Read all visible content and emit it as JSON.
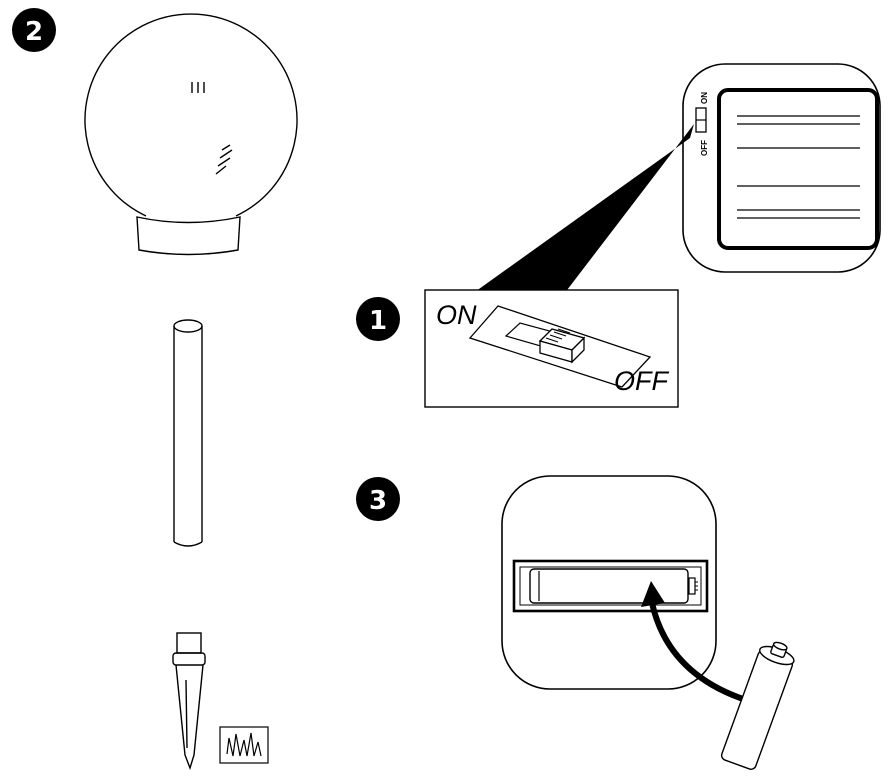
{
  "steps": {
    "step1": "1",
    "step2": "2",
    "step3": "3"
  },
  "switch": {
    "on_label": "ON",
    "off_label": "OFF"
  },
  "panel_switch": {
    "on_label": "ON",
    "off_label": "OFF"
  },
  "colors": {
    "ink": "#000000",
    "paper": "#ffffff"
  },
  "icons": {
    "globe": "glass-globe-icon",
    "pole": "pole-tube-icon",
    "spike": "ground-spike-icon",
    "grass": "grass-icon",
    "solar_panel": "solar-panel-icon",
    "battery_compartment": "battery-compartment-icon",
    "battery": "aa-battery-icon",
    "arrow": "insert-arrow-icon"
  }
}
